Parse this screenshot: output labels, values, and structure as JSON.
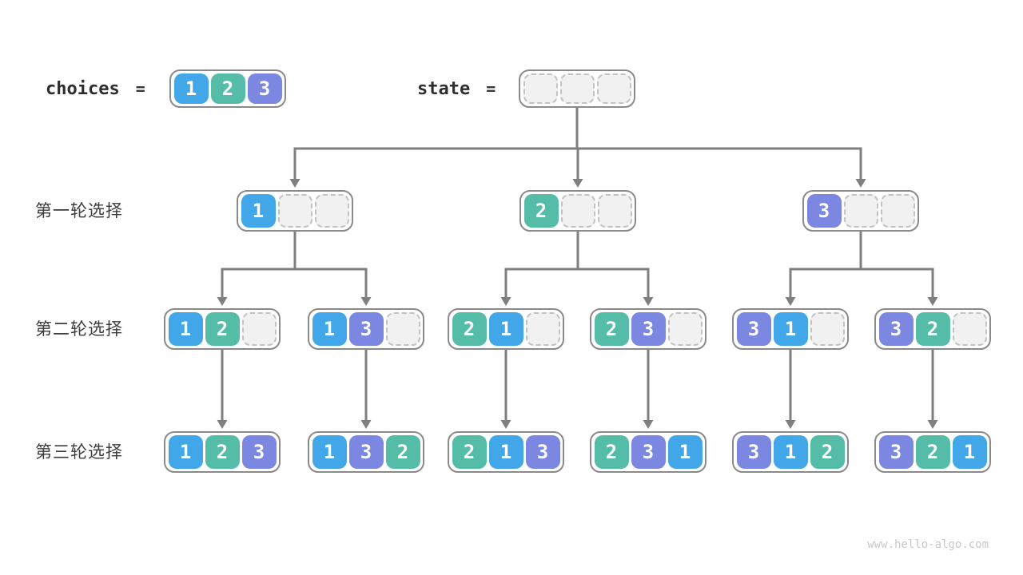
{
  "header": {
    "choices_label": "choices",
    "equals": "=",
    "choices_cells": [
      "1",
      "2",
      "3"
    ],
    "state_label": "state",
    "state_cells": [
      "",
      "",
      ""
    ]
  },
  "tree": {
    "levels": [
      {
        "label": "第一轮选择",
        "boxes": [
          [
            "1",
            "",
            ""
          ],
          [
            "2",
            "",
            ""
          ],
          [
            "3",
            "",
            ""
          ]
        ]
      },
      {
        "label": "第二轮选择",
        "boxes": [
          [
            "1",
            "2",
            ""
          ],
          [
            "1",
            "3",
            ""
          ],
          [
            "2",
            "1",
            ""
          ],
          [
            "2",
            "3",
            ""
          ],
          [
            "3",
            "1",
            ""
          ],
          [
            "3",
            "2",
            ""
          ]
        ]
      },
      {
        "label": "第三轮选择",
        "boxes": [
          [
            "1",
            "2",
            "3"
          ],
          [
            "1",
            "3",
            "2"
          ],
          [
            "2",
            "1",
            "3"
          ],
          [
            "2",
            "3",
            "1"
          ],
          [
            "3",
            "1",
            "2"
          ],
          [
            "3",
            "2",
            "1"
          ]
        ]
      }
    ]
  },
  "colors": {
    "v1": "#42a7e8",
    "v2": "#55bca7",
    "v3": "#7b87e0",
    "empty_fill": "#f1f1f1",
    "empty_border": "#c2c2c2",
    "box_border": "#8a8a8a",
    "line": "#7f7f7f",
    "text_dark": "#2e2e2e",
    "watermark": "#c8c8c8"
  },
  "footer": {
    "watermark": "www.hello-algo.com"
  }
}
